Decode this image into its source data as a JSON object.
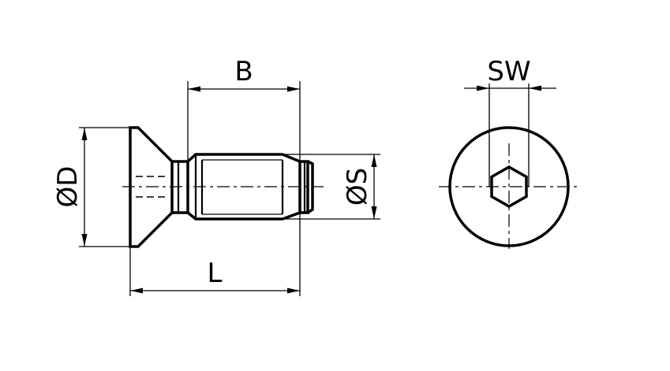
{
  "labels": {
    "B": "B",
    "L": "L",
    "D": "ØD",
    "S": "ØS",
    "SW": "SW"
  },
  "colors": {
    "line": "#000000",
    "background": "#ffffff"
  }
}
